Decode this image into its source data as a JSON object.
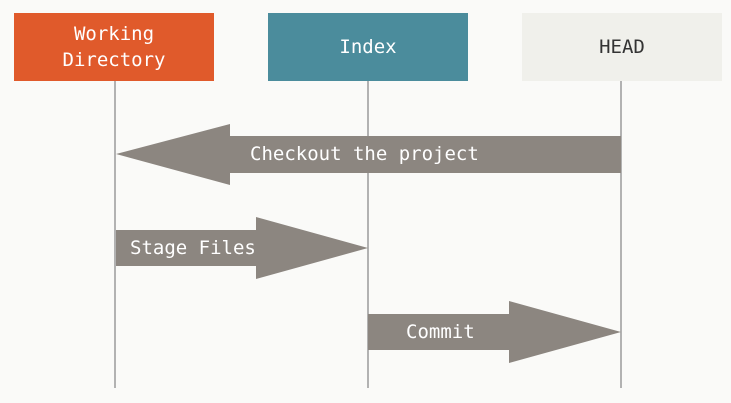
{
  "columns": [
    {
      "label": "Working\nDirectory",
      "bg": "#e05a2b",
      "fg": "#ffffff"
    },
    {
      "label": "Index",
      "bg": "#4b8c9c",
      "fg": "#ffffff"
    },
    {
      "label": "HEAD",
      "bg": "#f0f0eb",
      "fg": "#333333"
    }
  ],
  "arrows": {
    "checkout": "Checkout the project",
    "stage": "Stage Files",
    "commit": "Commit"
  },
  "colors": {
    "arrow": "#8c8680",
    "lifeline": "#9a9a9a",
    "background": "#fafaf8"
  }
}
